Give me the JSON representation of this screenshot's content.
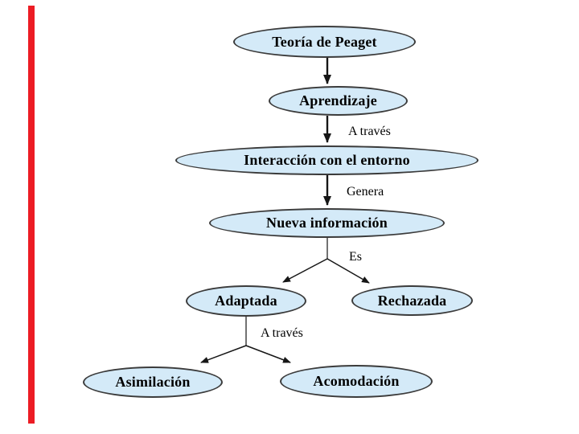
{
  "diagram": {
    "title_node": "Teoría de Peaget",
    "nodes": [
      {
        "label": "Teoría de Peaget"
      },
      {
        "label": "Aprendizaje"
      },
      {
        "label": "Interacción con el entorno"
      },
      {
        "label": "Nueva información"
      },
      {
        "label": "Adaptada"
      },
      {
        "label": "Rechazada"
      },
      {
        "label": "Asimilación"
      },
      {
        "label": "Acomodación"
      }
    ],
    "edges": [
      {
        "from": "Teoría de Peaget",
        "to": "Aprendizaje",
        "label": ""
      },
      {
        "from": "Aprendizaje",
        "to": "Interacción con el entorno",
        "label": "A través"
      },
      {
        "from": "Interacción con el entorno",
        "to": "Nueva información",
        "label": "Genera"
      },
      {
        "from": "Nueva información",
        "to": "Adaptada",
        "label": "Es"
      },
      {
        "from": "Nueva información",
        "to": "Rechazada",
        "label": "Es"
      },
      {
        "from": "Adaptada",
        "to": "Asimilación",
        "label": "A través"
      },
      {
        "from": "Adaptada",
        "to": "Acomodación",
        "label": "A través"
      }
    ],
    "colors": {
      "background": "#ffffff",
      "node_fill": "#d4eaf8",
      "node_border": "#3b3b3b",
      "arrow": "#161616",
      "accent_bar": "#ec1c24",
      "text": "#000000"
    }
  }
}
